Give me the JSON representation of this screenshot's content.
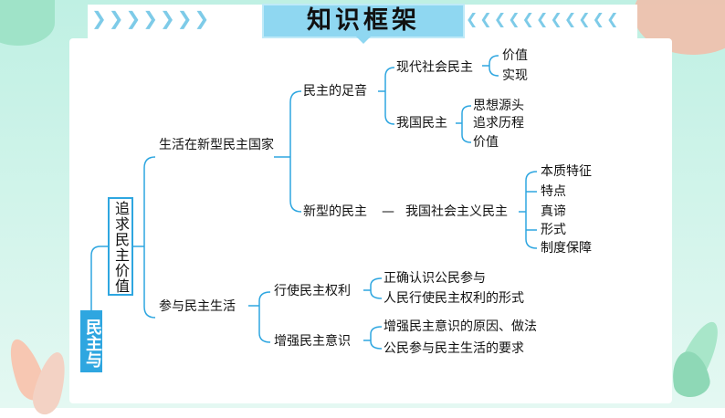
{
  "header": {
    "title": "知识框架"
  },
  "left_tab": "民主与",
  "root": "追求民主价值",
  "branches": {
    "b1": "生活在新型民主国家",
    "b1_1": "民主的足音",
    "b1_1_1": "现代社会民主",
    "b1_1_1_leaves": [
      "价值",
      "实现"
    ],
    "b1_1_2": "我国民主",
    "b1_1_2_leaves": [
      "思想源头",
      "追求历程",
      "价值"
    ],
    "b1_2": "新型的民主",
    "b1_2_dash": "—",
    "b1_2_1": "我国社会主义民主",
    "b1_2_1_leaves": [
      "本质特征",
      "特点",
      "真谛",
      "形式",
      "制度保障"
    ],
    "b2": "参与民主生活",
    "b2_1": "行使民主权利",
    "b2_1_leaves": [
      "正确认识公民参与",
      "人民行使民主权利的形式"
    ],
    "b2_2": "增强民主意识",
    "b2_2_leaves": [
      "增强民主意识的原因、做法",
      "公民参与民主生活的要求"
    ]
  },
  "colors": {
    "line": "#2ea6e0",
    "accent": "#2ea6e0",
    "title_bg": "#8fd7f1",
    "background": "#bff0e3"
  }
}
